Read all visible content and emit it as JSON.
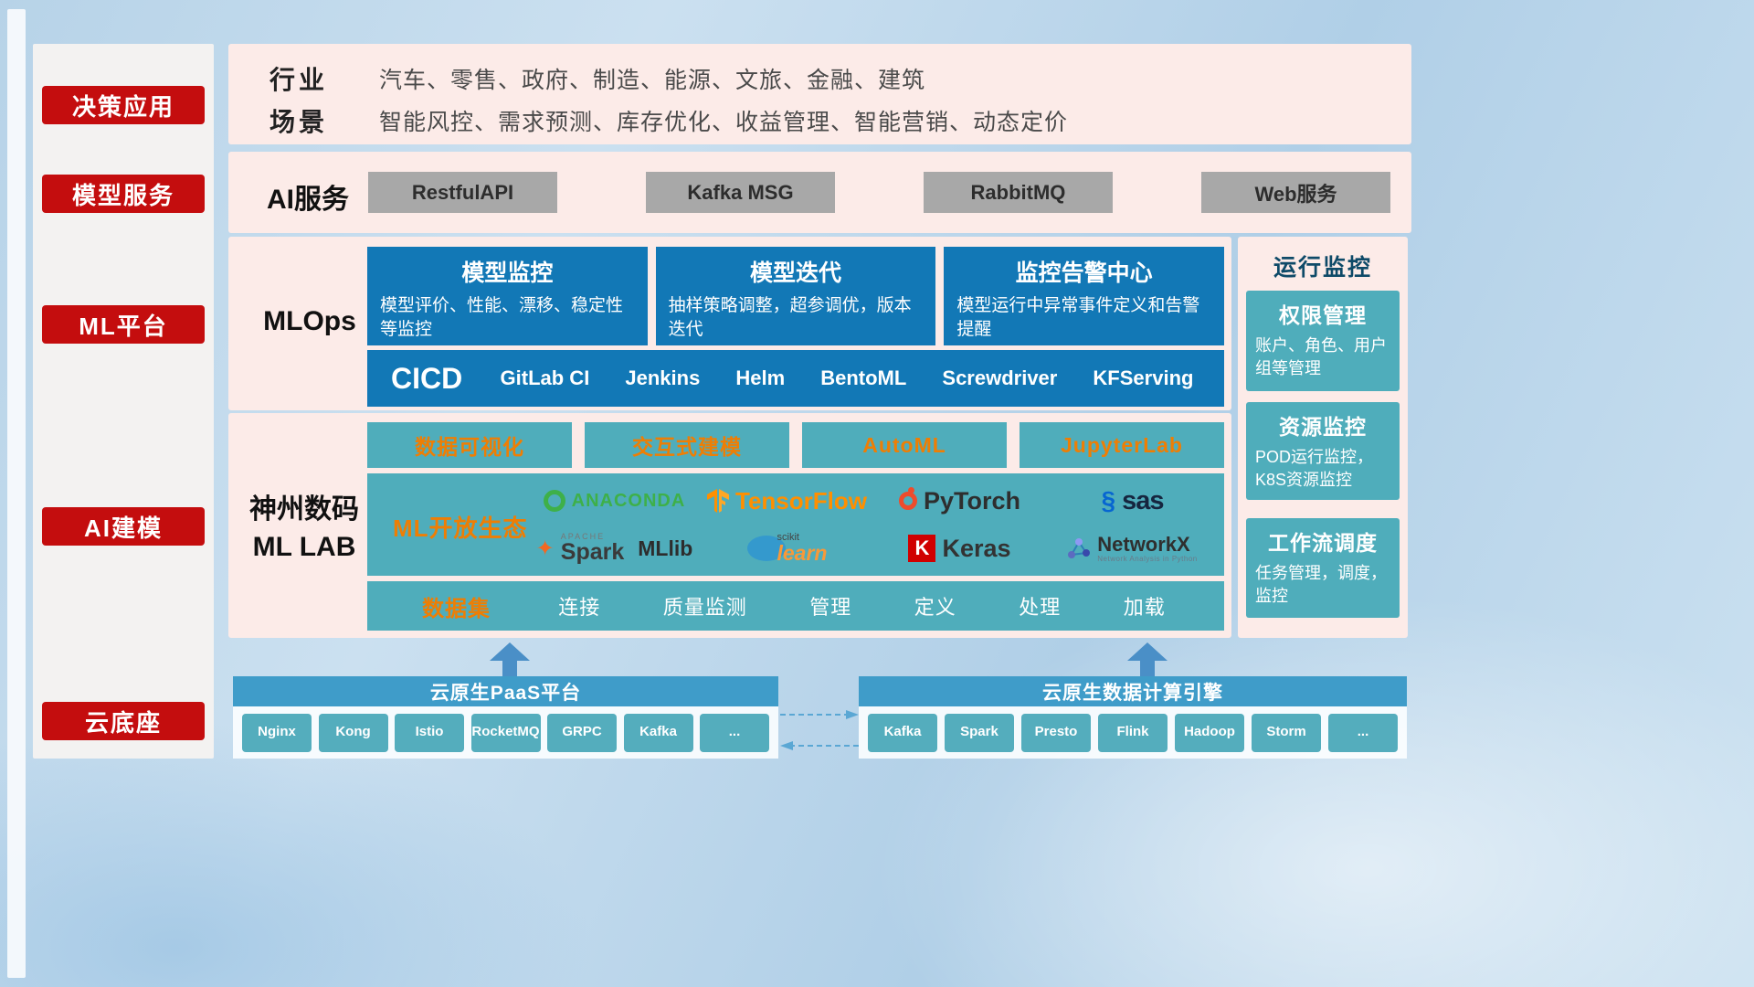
{
  "sidebar": {
    "items": [
      "决策应用",
      "模型服务",
      "ML平台",
      "AI建模",
      "云底座"
    ]
  },
  "industry": {
    "rows": [
      {
        "label": "行业",
        "value": "汽车、零售、政府、制造、能源、文旅、金融、建筑"
      },
      {
        "label": "场景",
        "value": "智能风控、需求预测、库存优化、收益管理、智能营销、动态定价"
      }
    ]
  },
  "ai_service": {
    "label": "AI服务",
    "buttons": [
      "RestfulAPI",
      "Kafka MSG",
      "RabbitMQ",
      "Web服务"
    ]
  },
  "mlops": {
    "label": "MLOps",
    "cards": [
      {
        "title": "模型监控",
        "desc": "模型评价、性能、漂移、稳定性等监控"
      },
      {
        "title": "模型迭代",
        "desc": "抽样策略调整，超参调优，版本迭代"
      },
      {
        "title": "监控告警中心",
        "desc": "模型运行中异常事件定义和告警提醒"
      }
    ],
    "cicd_label": "CICD",
    "cicd_items": [
      "GitLab CI",
      "Jenkins",
      "Helm",
      "BentoML",
      "Screwdriver",
      "KFServing"
    ]
  },
  "monitoring": {
    "title": "运行监控",
    "cards": [
      {
        "title": "权限管理",
        "desc": "账户、角色、用户组等管理"
      },
      {
        "title": "资源监控",
        "desc": "POD运行监控，K8S资源监控"
      },
      {
        "title": "工作流调度",
        "desc": "任务管理，调度，监控"
      }
    ]
  },
  "mllab": {
    "label_line1": "神州数码",
    "label_line2": "ML LAB",
    "tools": [
      "数据可视化",
      "交互式建模",
      "AutoML",
      "JupyterLab"
    ],
    "ecosystem_label": "ML开放生态",
    "logos": {
      "anaconda": "ANACONDA",
      "tensorflow": "TensorFlow",
      "pytorch": "PyTorch",
      "sas": "sas",
      "spark_apache": "APACHE",
      "spark": "Spark",
      "mllib": "MLlib",
      "scikit_small": "scikit",
      "scikit": "learn",
      "keras_letter": "K",
      "keras": "Keras",
      "networkx": "NetworkX",
      "networkx_sub": "Network Analysis in Python"
    },
    "data_label": "数据集",
    "data_items": [
      "连接",
      "质量监测",
      "管理",
      "定义",
      "处理",
      "加载"
    ]
  },
  "bottom": {
    "paas_title": "云原生PaaS平台",
    "paas_items": [
      "Nginx",
      "Kong",
      "Istio",
      "RocketMQ",
      "GRPC",
      "Kafka",
      "..."
    ],
    "engine_title": "云原生数据计算引擎",
    "engine_items": [
      "Kafka",
      "Spark",
      "Presto",
      "Flink",
      "Hadoop",
      "Storm",
      "..."
    ]
  },
  "colors": {
    "accent_red": "#c40d0e",
    "panel_pink": "#fcebe8",
    "card_blue": "#1278b6",
    "teal": "#4fadbb",
    "orange": "#ee7e04",
    "bar_blue": "#3f9cc9",
    "button_gray": "#a8a8a8"
  }
}
